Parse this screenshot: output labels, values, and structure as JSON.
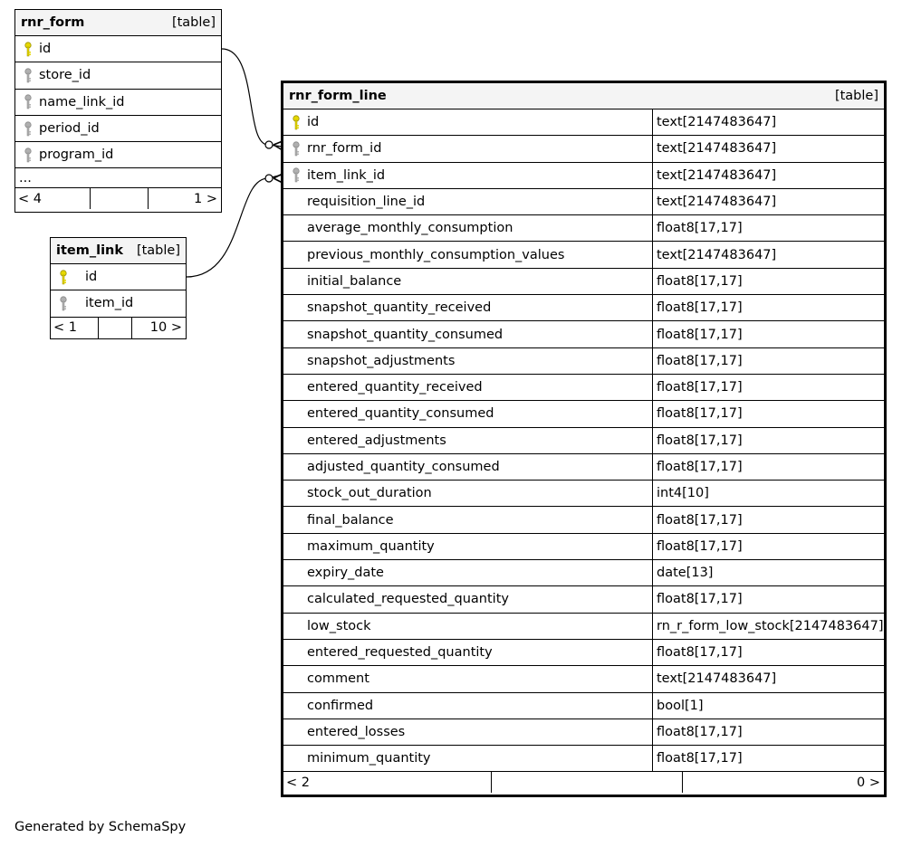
{
  "tables": {
    "rnr_form": {
      "name": "rnr_form",
      "kind": "[table]",
      "columns": [
        {
          "name": "id",
          "key": "primary"
        },
        {
          "name": "store_id",
          "key": "foreign"
        },
        {
          "name": "name_link_id",
          "key": "foreign"
        },
        {
          "name": "period_id",
          "key": "foreign"
        },
        {
          "name": "program_id",
          "key": "foreign"
        }
      ],
      "ellipsis": "...",
      "footer": {
        "left": "< 4",
        "right": "1 >"
      }
    },
    "item_link": {
      "name": "item_link",
      "kind": "[table]",
      "columns": [
        {
          "name": "id",
          "key": "primary"
        },
        {
          "name": "item_id",
          "key": "foreign"
        }
      ],
      "footer": {
        "left": "< 1",
        "right": "10 >"
      }
    },
    "rnr_form_line": {
      "name": "rnr_form_line",
      "kind": "[table]",
      "columns": [
        {
          "name": "id",
          "type": "text[2147483647]",
          "key": "primary"
        },
        {
          "name": "rnr_form_id",
          "type": "text[2147483647]",
          "key": "foreign"
        },
        {
          "name": "item_link_id",
          "type": "text[2147483647]",
          "key": "foreign"
        },
        {
          "name": "requisition_line_id",
          "type": "text[2147483647]",
          "key": ""
        },
        {
          "name": "average_monthly_consumption",
          "type": "float8[17,17]",
          "key": ""
        },
        {
          "name": "previous_monthly_consumption_values",
          "type": "text[2147483647]",
          "key": ""
        },
        {
          "name": "initial_balance",
          "type": "float8[17,17]",
          "key": ""
        },
        {
          "name": "snapshot_quantity_received",
          "type": "float8[17,17]",
          "key": ""
        },
        {
          "name": "snapshot_quantity_consumed",
          "type": "float8[17,17]",
          "key": ""
        },
        {
          "name": "snapshot_adjustments",
          "type": "float8[17,17]",
          "key": ""
        },
        {
          "name": "entered_quantity_received",
          "type": "float8[17,17]",
          "key": ""
        },
        {
          "name": "entered_quantity_consumed",
          "type": "float8[17,17]",
          "key": ""
        },
        {
          "name": "entered_adjustments",
          "type": "float8[17,17]",
          "key": ""
        },
        {
          "name": "adjusted_quantity_consumed",
          "type": "float8[17,17]",
          "key": ""
        },
        {
          "name": "stock_out_duration",
          "type": "int4[10]",
          "key": ""
        },
        {
          "name": "final_balance",
          "type": "float8[17,17]",
          "key": ""
        },
        {
          "name": "maximum_quantity",
          "type": "float8[17,17]",
          "key": ""
        },
        {
          "name": "expiry_date",
          "type": "date[13]",
          "key": ""
        },
        {
          "name": "calculated_requested_quantity",
          "type": "float8[17,17]",
          "key": ""
        },
        {
          "name": "low_stock",
          "type": "rn_r_form_low_stock[2147483647]",
          "key": ""
        },
        {
          "name": "entered_requested_quantity",
          "type": "float8[17,17]",
          "key": ""
        },
        {
          "name": "comment",
          "type": "text[2147483647]",
          "key": ""
        },
        {
          "name": "confirmed",
          "type": "bool[1]",
          "key": ""
        },
        {
          "name": "entered_losses",
          "type": "float8[17,17]",
          "key": ""
        },
        {
          "name": "minimum_quantity",
          "type": "float8[17,17]",
          "key": ""
        }
      ],
      "footer": {
        "left": "< 2",
        "right": "0 >"
      }
    }
  },
  "credit": "Generated by SchemaSpy",
  "colors": {
    "primary_key": "#e6d800",
    "foreign_key": "#b0b0b0",
    "header_bg": "#f4f4f4"
  }
}
